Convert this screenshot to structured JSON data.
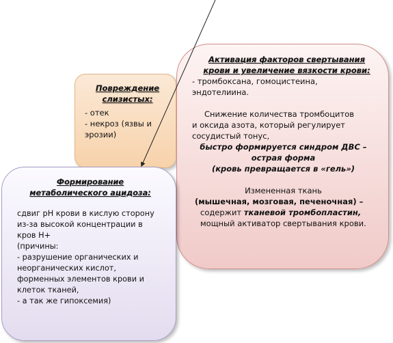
{
  "damage_box": {
    "title": [
      "Повреждение",
      "слизистых:"
    ],
    "items": [
      "- отек",
      "- некроз (язвы и",
      "эрозии)"
    ]
  },
  "coag_box": {
    "title": [
      "Активация факторов свертывания",
      "крови и увеличение вязкости крови:"
    ],
    "items": [
      "- тромбоксана, гомоцистеина,",
      "эндотелиина."
    ],
    "para2": [
      "Снижение количества тромбоцитов",
      "и оксида азота, который регулирует",
      "сосудистый тонус,"
    ],
    "para2_bold": [
      "быстро формируется синдром ДВС –",
      "острая форма",
      "(кровь превращается в «гель»)"
    ],
    "para3_1": "Измененная ткань",
    "para3_2": "(мышечная, мозговая, печеночная) –",
    "para3_3a": "содержит",
    "para3_3b": "тканевой тромбопластин,",
    "para3_4": "мощный активатор свертывания крови."
  },
  "acid_box": {
    "title": [
      "Формирование",
      "метаболического ацидоза:"
    ],
    "lines": [
      "сдвиг рН крови в кислую сторону",
      "из-за высокой концентрации в",
      "кров Н+",
      "(причины:",
      "-  разрушение органических и",
      "неорганических кислот,",
      "форменных элементов крови и",
      "клеток тканей,",
      "- а так же гипоксемия)"
    ]
  }
}
